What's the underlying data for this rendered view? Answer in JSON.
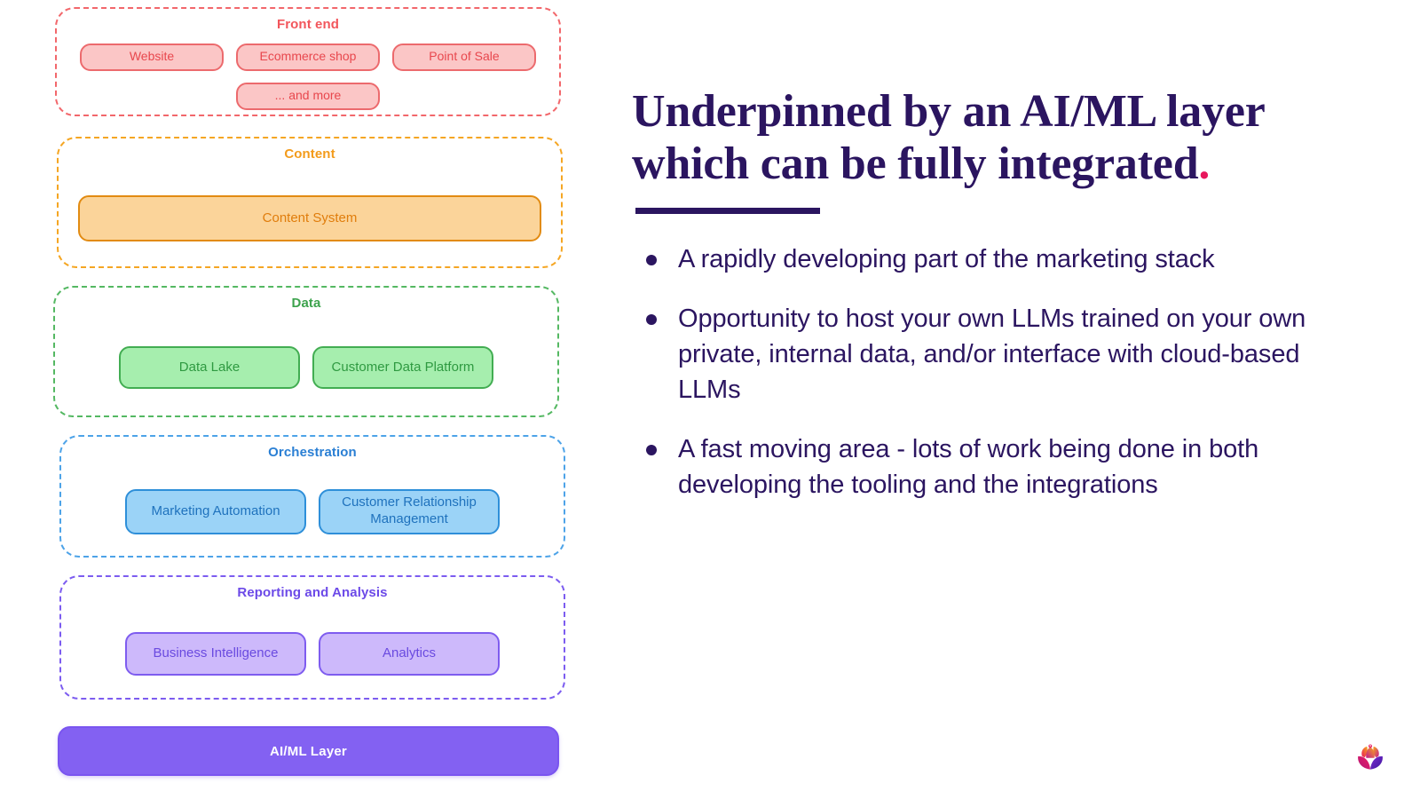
{
  "slide": {
    "title": "Underpinned by an AI/ML layer which can be fully integrated."
  },
  "stack": {
    "layers": [
      {
        "id": "frontend",
        "title": "Front end",
        "color": "#f2565c",
        "border_color": "#f2676b",
        "node_fill": "#fbc6c6",
        "nodes": [
          {
            "label": "Website"
          },
          {
            "label": "Ecommerce shop"
          },
          {
            "label": "Point of Sale"
          },
          {
            "label": "... and more"
          }
        ]
      },
      {
        "id": "content",
        "title": "Content",
        "color": "#f39b1b",
        "border_color": "#f5a623",
        "node_fill": "#fbd49a",
        "nodes": [
          {
            "label": "Content System"
          }
        ]
      },
      {
        "id": "data",
        "title": "Data",
        "color": "#3da34d",
        "border_color": "#54b862",
        "node_fill": "#a6eeae",
        "nodes": [
          {
            "label": "Data Lake"
          },
          {
            "label": "Customer Data Platform"
          }
        ]
      },
      {
        "id": "orchestration",
        "title": "Orchestration",
        "color": "#2a7fd4",
        "border_color": "#4da3e8",
        "node_fill": "#9bd3f7",
        "nodes": [
          {
            "label": "Marketing Automation"
          },
          {
            "label": "Customer Relationship Management"
          }
        ]
      },
      {
        "id": "reporting",
        "title": "Reporting and Analysis",
        "color": "#6c4ae8",
        "border_color": "#7c5cf0",
        "node_fill": "#cdb9fb",
        "nodes": [
          {
            "label": "Business Intelligence"
          },
          {
            "label": "Analytics"
          }
        ]
      }
    ],
    "foundation": {
      "label": "AI/ML Layer",
      "fill": "#8361f2",
      "text_color": "#ffffff"
    }
  },
  "panel": {
    "heading_line_1": "Underpinned by an AI/ML layer",
    "heading_line_2": "which can be fully integrated",
    "heading_period": ".",
    "heading_color": "#2b1560",
    "accent_color": "#e8175d",
    "bullets": [
      "A rapidly developing part of the marketing stack",
      "Opportunity to host your own LLMs trained on your own private, internal data, and/or interface with cloud-based LLMs",
      "A fast moving area - lots of work being done in both developing the tooling and the integrations"
    ]
  },
  "branding": {
    "logo_name": "lotus-flower-logo",
    "logo_colors": [
      "#f5a623",
      "#e8175d",
      "#c2188f",
      "#6a2fd0",
      "#4a1fb0"
    ]
  }
}
